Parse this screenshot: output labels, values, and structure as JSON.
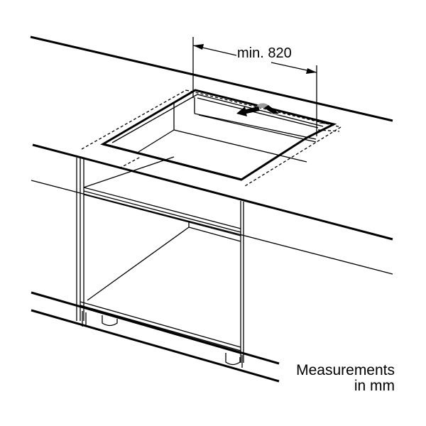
{
  "diagram": {
    "subject": "Built-in hob cutout installation over base cabinet with oven",
    "dimension": {
      "label": "min. 820",
      "description": "minimum worktop depth/width between extension lines"
    },
    "units_note": {
      "line1": "Measurements",
      "line2": "in mm"
    },
    "arrow_indicator": "ventilation-flow-arrows",
    "colors": {
      "line": "#000000",
      "background": "#ffffff",
      "arrow_shadow": "#9a9a9a"
    }
  }
}
